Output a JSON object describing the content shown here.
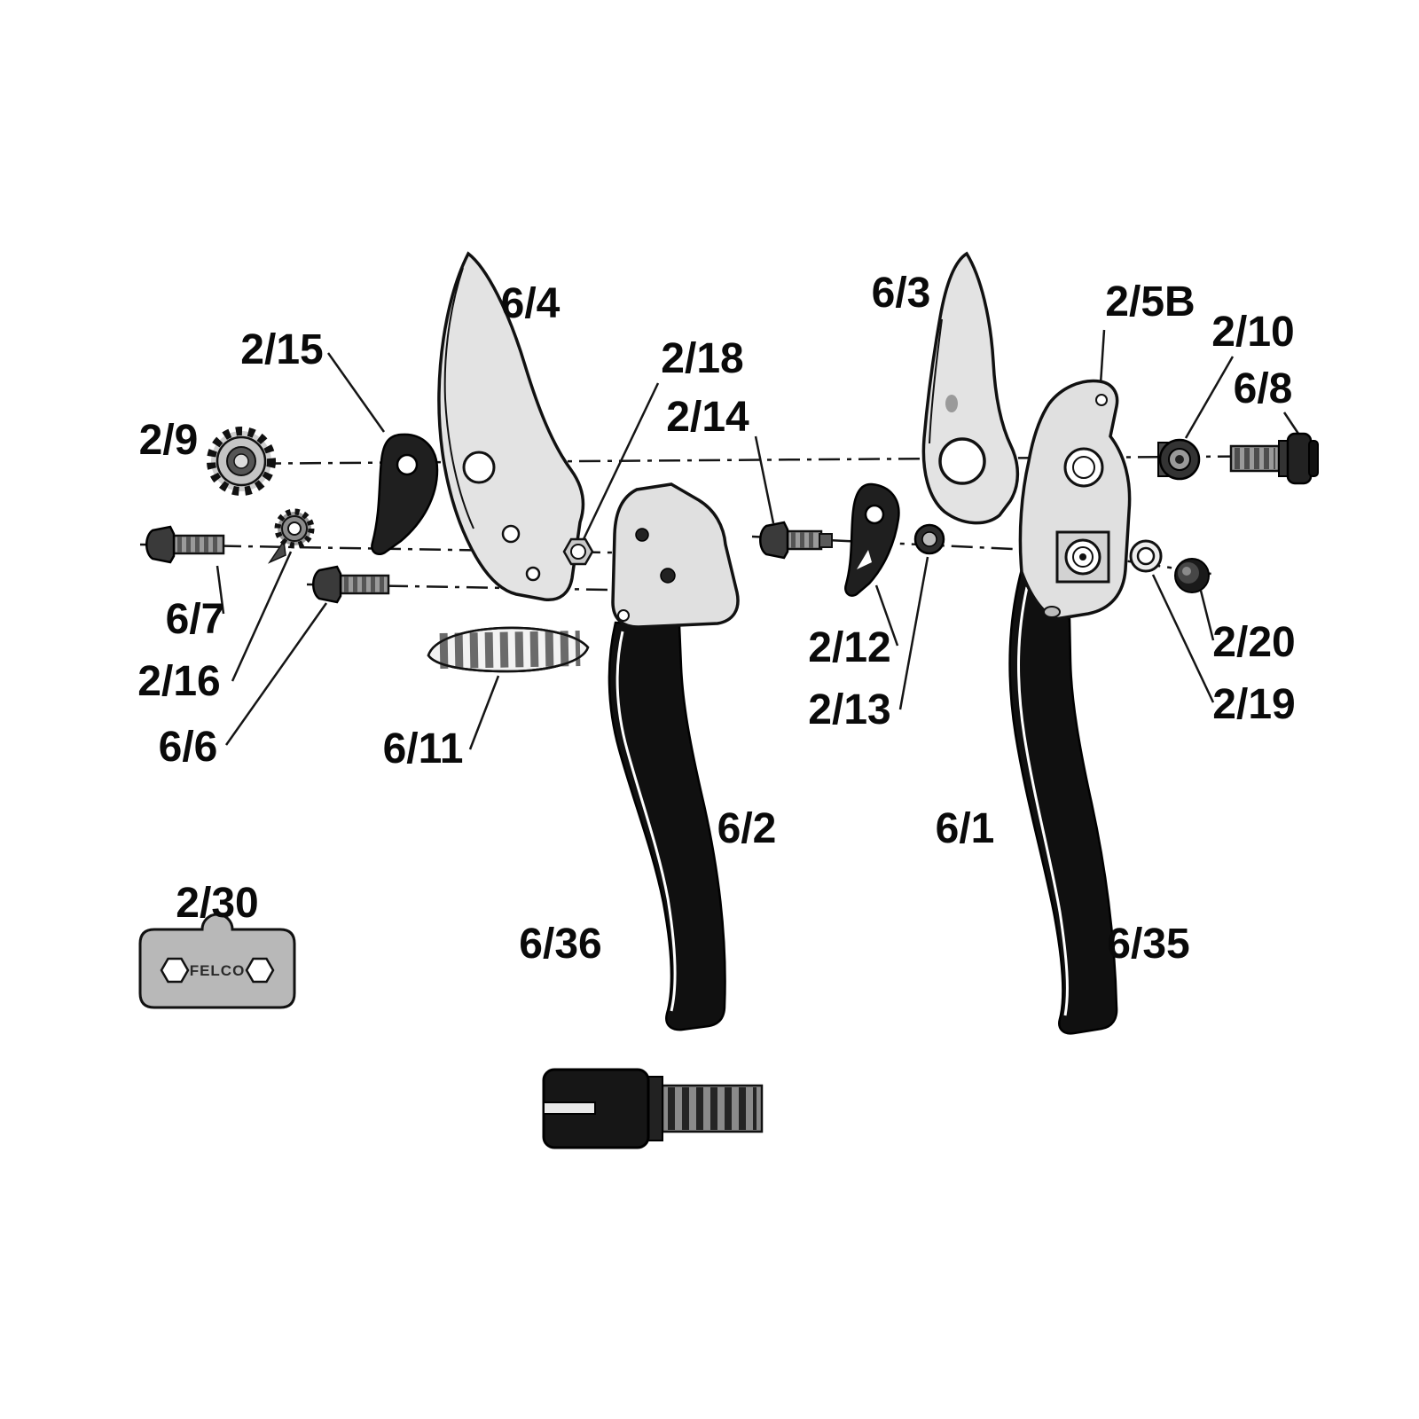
{
  "diagram": {
    "brand_plate_text": "FELCO",
    "labels": {
      "p6_4": "6/4",
      "p2_15": "2/15",
      "p2_9": "2/9",
      "p2_18": "2/18",
      "p2_14": "2/14",
      "p6_3": "6/3",
      "p2_5B": "2/5B",
      "p2_10": "2/10",
      "p6_8": "6/8",
      "p6_7": "6/7",
      "p2_16": "2/16",
      "p6_6": "6/6",
      "p6_11": "6/11",
      "p2_30": "2/30",
      "p6_36": "6/36",
      "p6_2": "6/2",
      "p2_12": "2/12",
      "p2_13": "2/13",
      "p6_1": "6/1",
      "p2_20": "2/20",
      "p2_19": "2/19",
      "p6_35": "6/35"
    }
  }
}
